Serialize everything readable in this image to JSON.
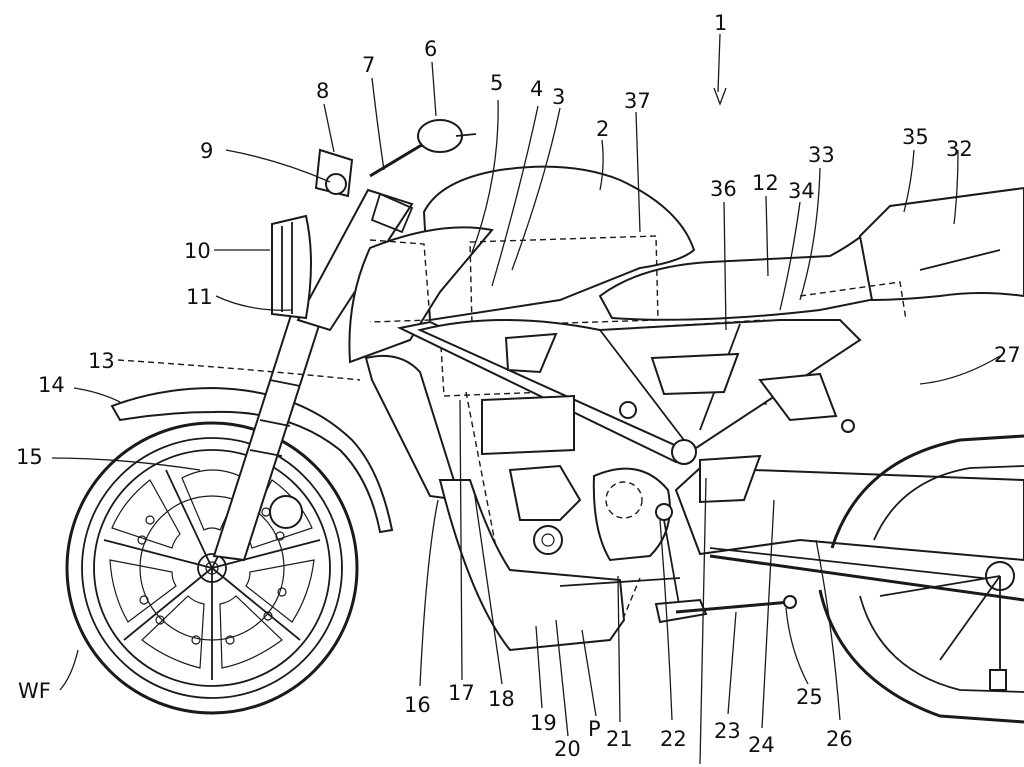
{
  "figure": {
    "labels": {
      "l1": "1",
      "l2": "2",
      "l3": "3",
      "l4": "4",
      "l5": "5",
      "l6": "6",
      "l7": "7",
      "l8": "8",
      "l9": "9",
      "l10": "10",
      "l11": "11",
      "l12": "12",
      "l13": "13",
      "l14": "14",
      "l15": "15",
      "l16": "16",
      "l17": "17",
      "l18": "18",
      "l19": "19",
      "l20": "20",
      "l21": "21",
      "l22": "22",
      "l23": "23",
      "l24": "24",
      "l25": "25",
      "l26": "26",
      "l27": "27",
      "l32": "32",
      "l33": "33",
      "l34": "34",
      "l35": "35",
      "l36": "36",
      "l37": "37",
      "lP": "P",
      "lWF": "WF"
    }
  }
}
